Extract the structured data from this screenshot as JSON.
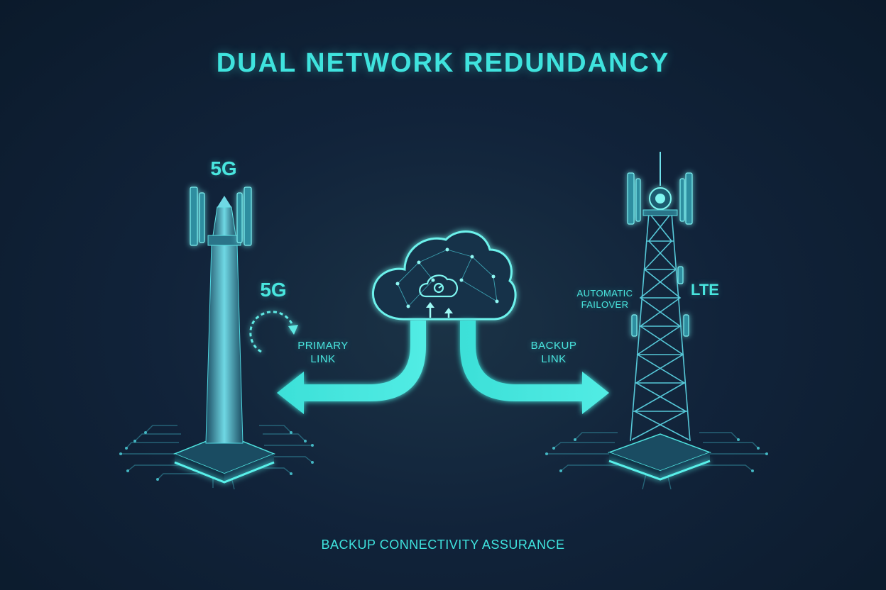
{
  "title": "DUAL NETWORK REDUNDANCY",
  "left_tower": {
    "top_label": "5G",
    "side_label": "5G",
    "link_label": [
      "PRIMARY",
      "LINK"
    ]
  },
  "right_tower": {
    "network_label": "LTE",
    "failover_label": [
      "AUTOMATIC",
      "FAILOVER"
    ],
    "link_label": [
      "BACKUP",
      "LINK"
    ]
  },
  "footer": "BACKUP CONNECTIVITY ASSURANCE",
  "colors": {
    "accent": "#3fe3de",
    "background": "#11233a",
    "glow": "#7ff5f0"
  },
  "icons": [
    "5g-tower-icon",
    "lte-lattice-tower-icon",
    "cloud-network-icon",
    "arrow-left-icon",
    "arrow-right-icon",
    "circuit-traces-icon"
  ]
}
